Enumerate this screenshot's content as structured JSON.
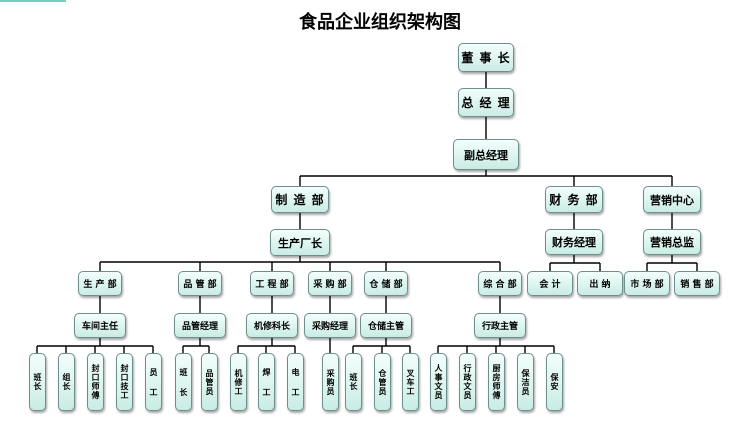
{
  "title": "食品企业组织架构图",
  "colors": {
    "line": "#000000",
    "box_top": "#f3fffc",
    "box_bottom": "#c9ece4",
    "box_border": "#6f8f8f"
  },
  "top": {
    "chairman": "董 事 长",
    "gm": "总 经 理",
    "deputy_gm": "副总经理"
  },
  "divisions": {
    "manufacturing": "制 造 部",
    "factory_director": "生产厂长",
    "finance": "财 务 部",
    "finance_manager": "财务经理",
    "marketing": "营销中心",
    "marketing_director": "营销总监"
  },
  "finance_staff": [
    "会  计",
    "出  纳"
  ],
  "marketing_staff": [
    "市 场 部",
    "销 售 部"
  ],
  "departments": [
    {
      "name": "生 产 部",
      "head": "车间主任",
      "staff": [
        "班长",
        "组长",
        "封口师傅",
        "封口技工",
        "员 工"
      ]
    },
    {
      "name": "品 管 部",
      "head": "品管经理",
      "staff": [
        "班 长",
        "品管员"
      ]
    },
    {
      "name": "工 程 部",
      "head": "机修科长",
      "staff": [
        "机修工",
        "焊 工",
        "电 工"
      ]
    },
    {
      "name": "采 购 部",
      "head": "采购经理",
      "staff": [
        "采购员"
      ]
    },
    {
      "name": "仓 储 部",
      "head": "仓储主管",
      "staff": [
        "班长",
        "仓管员",
        "叉车工"
      ]
    },
    {
      "name": "综 合 部",
      "head": "行政主管",
      "staff": [
        "人事文员",
        "行政文员",
        "厨房师傅",
        "保洁员",
        "保安"
      ]
    }
  ]
}
